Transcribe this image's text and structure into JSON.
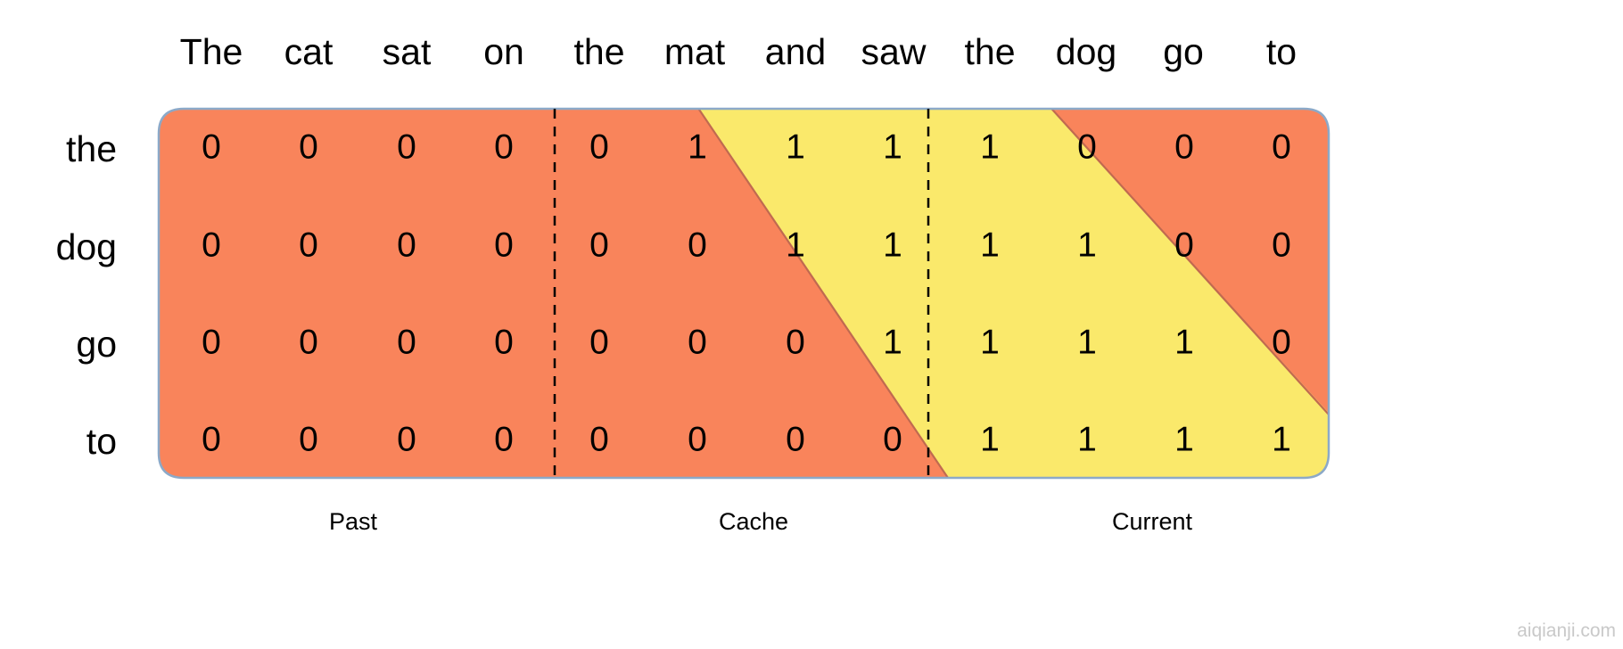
{
  "figure": {
    "title": "",
    "watermark": "aiqianji.com"
  },
  "chart_data": {
    "type": "heatmap",
    "title": "",
    "xlabel": "",
    "ylabel": "",
    "categories": [
      "The",
      "cat",
      "sat",
      "on",
      "the",
      "mat",
      "and",
      "saw",
      "the",
      "dog",
      "go",
      "to"
    ],
    "rows": [
      "the",
      "dog",
      "go",
      "to"
    ],
    "legend_position": "none",
    "grid": false,
    "colors": {
      "masked": "#F9845B",
      "attended": "#FAE96B",
      "masked_name": "orange-masked",
      "attended_name": "yellow-attended",
      "border": "#8CA9C8",
      "text": "#000000"
    },
    "values": [
      [
        0,
        0,
        0,
        0,
        0,
        1,
        1,
        1,
        1,
        0,
        0,
        0
      ],
      [
        0,
        0,
        0,
        0,
        0,
        0,
        1,
        1,
        1,
        1,
        0,
        0
      ],
      [
        0,
        0,
        0,
        0,
        0,
        0,
        0,
        1,
        1,
        1,
        1,
        0
      ],
      [
        0,
        0,
        0,
        0,
        0,
        0,
        0,
        0,
        1,
        1,
        1,
        1
      ]
    ],
    "series": [
      {
        "name": "the",
        "values": [
          0,
          0,
          0,
          0,
          0,
          1,
          1,
          1,
          1,
          0,
          0,
          0
        ]
      },
      {
        "name": "dog",
        "values": [
          0,
          0,
          0,
          0,
          0,
          0,
          1,
          1,
          1,
          1,
          0,
          0
        ]
      },
      {
        "name": "go",
        "values": [
          0,
          0,
          0,
          0,
          0,
          0,
          0,
          1,
          1,
          1,
          1,
          0
        ]
      },
      {
        "name": "to",
        "values": [
          0,
          0,
          0,
          0,
          0,
          0,
          0,
          0,
          1,
          1,
          1,
          1
        ]
      }
    ],
    "sections": [
      {
        "label": "Past",
        "start_col": 0,
        "end_col": 3
      },
      {
        "label": "Cache",
        "start_col": 4,
        "end_col": 7
      },
      {
        "label": "Current",
        "start_col": 8,
        "end_col": 11
      }
    ]
  }
}
